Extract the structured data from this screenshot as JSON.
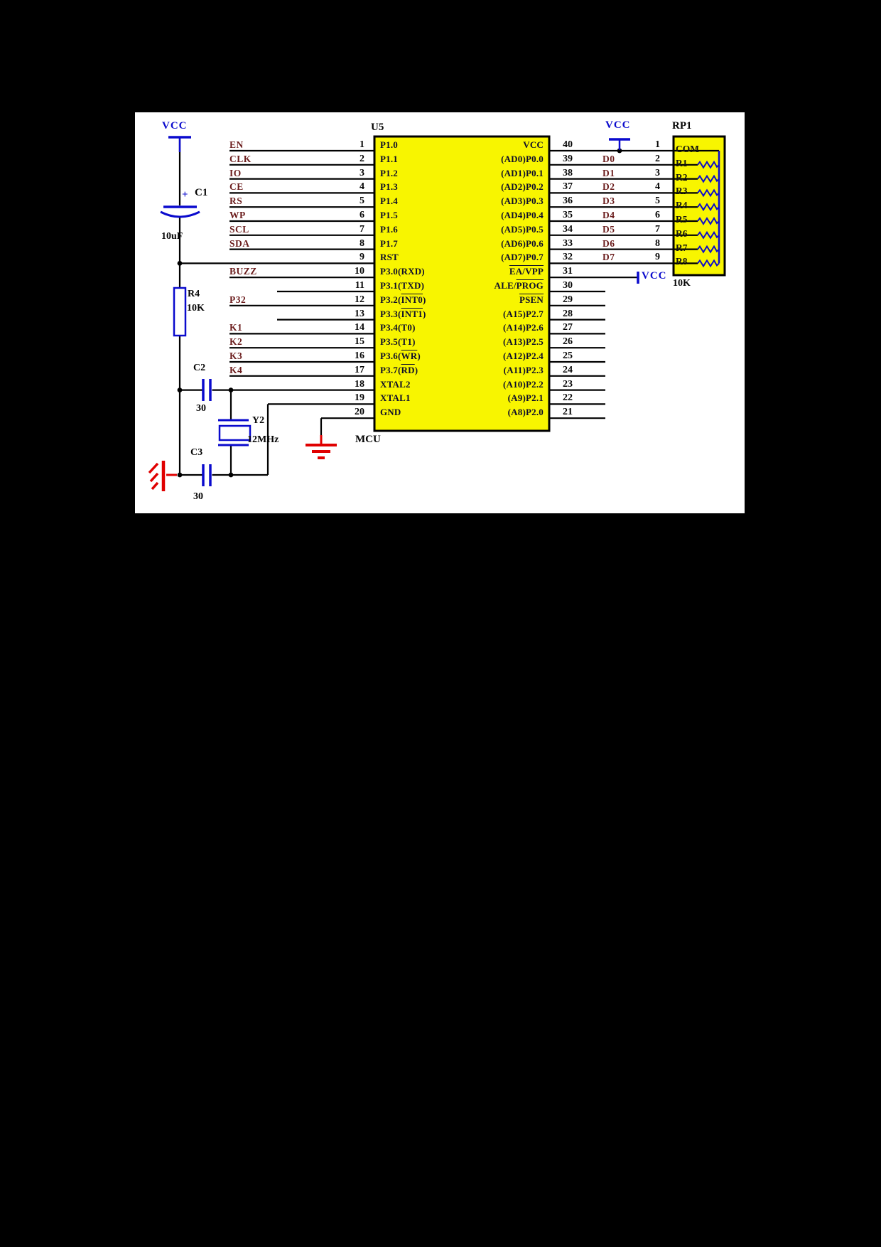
{
  "schematic": {
    "power": {
      "vcc_left": "VCC",
      "vcc_right": "VCC",
      "vcc_ea": "VCC"
    },
    "components": {
      "c1": {
        "plus": "+",
        "ref": "C1",
        "value": "10uF"
      },
      "r4": {
        "ref": "R4",
        "value": "10K"
      },
      "c2": {
        "ref": "C2",
        "value": "30"
      },
      "c3": {
        "ref": "C3",
        "value": "30"
      },
      "y2": {
        "ref": "Y2",
        "value": "12MHz"
      },
      "mcu": {
        "ref": "U5",
        "name": "MCU"
      },
      "rp1": {
        "ref": "RP1",
        "value": "10K"
      }
    },
    "mcu_pins": {
      "left": [
        {
          "num": "1",
          "ext": "EN",
          "pre": "P1.0",
          "bar": "",
          "post": ""
        },
        {
          "num": "2",
          "ext": "CLK",
          "pre": "P1.1",
          "bar": "",
          "post": ""
        },
        {
          "num": "3",
          "ext": "IO",
          "pre": "P1.2",
          "bar": "",
          "post": ""
        },
        {
          "num": "4",
          "ext": "CE",
          "pre": "P1.3",
          "bar": "",
          "post": ""
        },
        {
          "num": "5",
          "ext": "RS",
          "pre": "P1.4",
          "bar": "",
          "post": ""
        },
        {
          "num": "6",
          "ext": "WP",
          "pre": "P1.5",
          "bar": "",
          "post": ""
        },
        {
          "num": "7",
          "ext": "SCL",
          "pre": "P1.6",
          "bar": "",
          "post": ""
        },
        {
          "num": "8",
          "ext": "SDA",
          "pre": "P1.7",
          "bar": "",
          "post": ""
        },
        {
          "num": "9",
          "ext": "",
          "pre": "RST",
          "bar": "",
          "post": ""
        },
        {
          "num": "10",
          "ext": "BUZZ",
          "pre": "P3.0(RXD)",
          "bar": "",
          "post": ""
        },
        {
          "num": "11",
          "ext": "",
          "pre": "P3.1(TXD)",
          "bar": "",
          "post": ""
        },
        {
          "num": "12",
          "ext": "P32",
          "pre": "P3.2(",
          "bar": "INT0",
          "post": ")"
        },
        {
          "num": "13",
          "ext": "",
          "pre": "P3.3(",
          "bar": "INT1",
          "post": ")"
        },
        {
          "num": "14",
          "ext": "K1",
          "pre": "P3.4(T0)",
          "bar": "",
          "post": ""
        },
        {
          "num": "15",
          "ext": "K2",
          "pre": "P3.5(T1)",
          "bar": "",
          "post": ""
        },
        {
          "num": "16",
          "ext": "K3",
          "pre": "P3.6(",
          "bar": "WR",
          "post": ")"
        },
        {
          "num": "17",
          "ext": "K4",
          "pre": "P3.7(",
          "bar": "RD",
          "post": ")"
        },
        {
          "num": "18",
          "ext": "",
          "pre": "XTAL2",
          "bar": "",
          "post": ""
        },
        {
          "num": "19",
          "ext": "",
          "pre": "XTAL1",
          "bar": "",
          "post": ""
        },
        {
          "num": "20",
          "ext": "",
          "pre": "GND",
          "bar": "",
          "post": ""
        }
      ],
      "right": [
        {
          "num": "40",
          "d": "",
          "pre": "VCC",
          "bar": "",
          "post": ""
        },
        {
          "num": "39",
          "d": "D0",
          "pre": "(AD0)P0.0",
          "bar": "",
          "post": ""
        },
        {
          "num": "38",
          "d": "D1",
          "pre": "(AD1)P0.1",
          "bar": "",
          "post": ""
        },
        {
          "num": "37",
          "d": "D2",
          "pre": "(AD2)P0.2",
          "bar": "",
          "post": ""
        },
        {
          "num": "36",
          "d": "D3",
          "pre": "(AD3)P0.3",
          "bar": "",
          "post": ""
        },
        {
          "num": "35",
          "d": "D4",
          "pre": "(AD4)P0.4",
          "bar": "",
          "post": ""
        },
        {
          "num": "34",
          "d": "D5",
          "pre": "(AD5)P0.5",
          "bar": "",
          "post": ""
        },
        {
          "num": "33",
          "d": "D6",
          "pre": "(AD6)P0.6",
          "bar": "",
          "post": ""
        },
        {
          "num": "32",
          "d": "D7",
          "pre": "(AD7)P0.7",
          "bar": "",
          "post": ""
        },
        {
          "num": "31",
          "d": "",
          "pre": "",
          "bar": "EA/VPP",
          "post": ""
        },
        {
          "num": "30",
          "d": "",
          "pre": "ALE/",
          "bar": "PROG",
          "post": ""
        },
        {
          "num": "29",
          "d": "",
          "pre": "",
          "bar": "PSEN",
          "post": ""
        },
        {
          "num": "28",
          "d": "",
          "pre": "(A15)P2.7",
          "bar": "",
          "post": ""
        },
        {
          "num": "27",
          "d": "",
          "pre": "(A14)P2.6",
          "bar": "",
          "post": ""
        },
        {
          "num": "26",
          "d": "",
          "pre": "(A13)P2.5",
          "bar": "",
          "post": ""
        },
        {
          "num": "25",
          "d": "",
          "pre": "(A12)P2.4",
          "bar": "",
          "post": ""
        },
        {
          "num": "24",
          "d": "",
          "pre": "(A11)P2.3",
          "bar": "",
          "post": ""
        },
        {
          "num": "23",
          "d": "",
          "pre": "(A10)P2.2",
          "bar": "",
          "post": ""
        },
        {
          "num": "22",
          "d": "",
          "pre": "(A9)P2.1",
          "bar": "",
          "post": ""
        },
        {
          "num": "21",
          "d": "",
          "pre": "(A8)P2.0",
          "bar": "",
          "post": ""
        }
      ]
    },
    "rp1_rows": [
      {
        "num": "1",
        "label": "COM"
      },
      {
        "num": "2",
        "label": "R1"
      },
      {
        "num": "3",
        "label": "R2"
      },
      {
        "num": "4",
        "label": "R3"
      },
      {
        "num": "5",
        "label": "R4"
      },
      {
        "num": "6",
        "label": "R5"
      },
      {
        "num": "7",
        "label": "R6"
      },
      {
        "num": "8",
        "label": "R7"
      },
      {
        "num": "9",
        "label": "R8"
      }
    ],
    "colors": {
      "wire": "#000000",
      "component_blue": "#0a0acd",
      "ground_red": "#e00000",
      "label_maroon": "#6b1d1d",
      "chip_fill": "#f8f500",
      "pin_name_ink": "#0d0d2b"
    }
  }
}
